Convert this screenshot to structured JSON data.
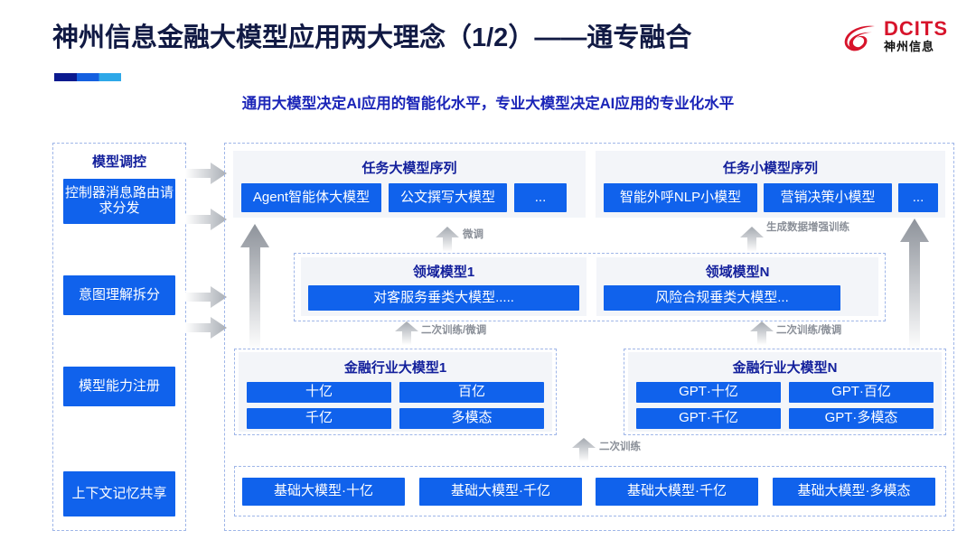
{
  "header": {
    "title": "神州信息金融大模型应用两大理念（1/2）——通专融合",
    "subtitle": "通用大模型决定AI应用的智能化水平，专业大模型决定AI应用的专业化水平",
    "logo_en": "DCITS",
    "logo_cn": "神州信息"
  },
  "left_column": {
    "title": "模型调控",
    "items": [
      {
        "label": "控制器消息路由请求分发"
      },
      {
        "label": "意图理解拆分"
      },
      {
        "label": "模型能力注册"
      },
      {
        "label": "上下文记忆共享"
      }
    ]
  },
  "task_large": {
    "title": "任务大模型序列",
    "items": [
      "Agent智能体大模型",
      "公文撰写大模型",
      "..."
    ]
  },
  "task_small": {
    "title": "任务小模型序列",
    "items": [
      "智能外呼NLP小模型",
      "营销决策小模型",
      "..."
    ]
  },
  "domain_models": [
    {
      "title": "领域模型1",
      "item": "对客服务垂类大模型....."
    },
    {
      "title": "领域模型N",
      "item": "风险合规垂类大模型..."
    }
  ],
  "industry_models": [
    {
      "title": "金融行业大模型1",
      "items": [
        "十亿",
        "百亿",
        "千亿",
        "多模态"
      ]
    },
    {
      "title": "金融行业大模型N",
      "items": [
        "GPT·十亿",
        "GPT·百亿",
        "GPT·千亿",
        "GPT·多模态"
      ]
    }
  ],
  "foundation_models": [
    "基础大模型·十亿",
    "基础大模型·千亿",
    "基础大模型·千亿",
    "基础大模型·多模态"
  ],
  "annotations": {
    "finetune": "微调",
    "data_aug": "生成数据增强训练",
    "retrain_finetune_left": "二次训练/微调",
    "retrain_finetune_right": "二次训练/微调",
    "retrain": "二次训练"
  },
  "colors": {
    "box_blue": "#1062ec",
    "title_navy": "#111a44",
    "subtitle_blue": "#1b25b8",
    "group_title_blue": "#13209c",
    "panel_gray": "#f3f5f9",
    "dashed_border": "#9fb6e8",
    "logo_red": "#d7142b",
    "arrow_gray": "#b9bcc1"
  }
}
